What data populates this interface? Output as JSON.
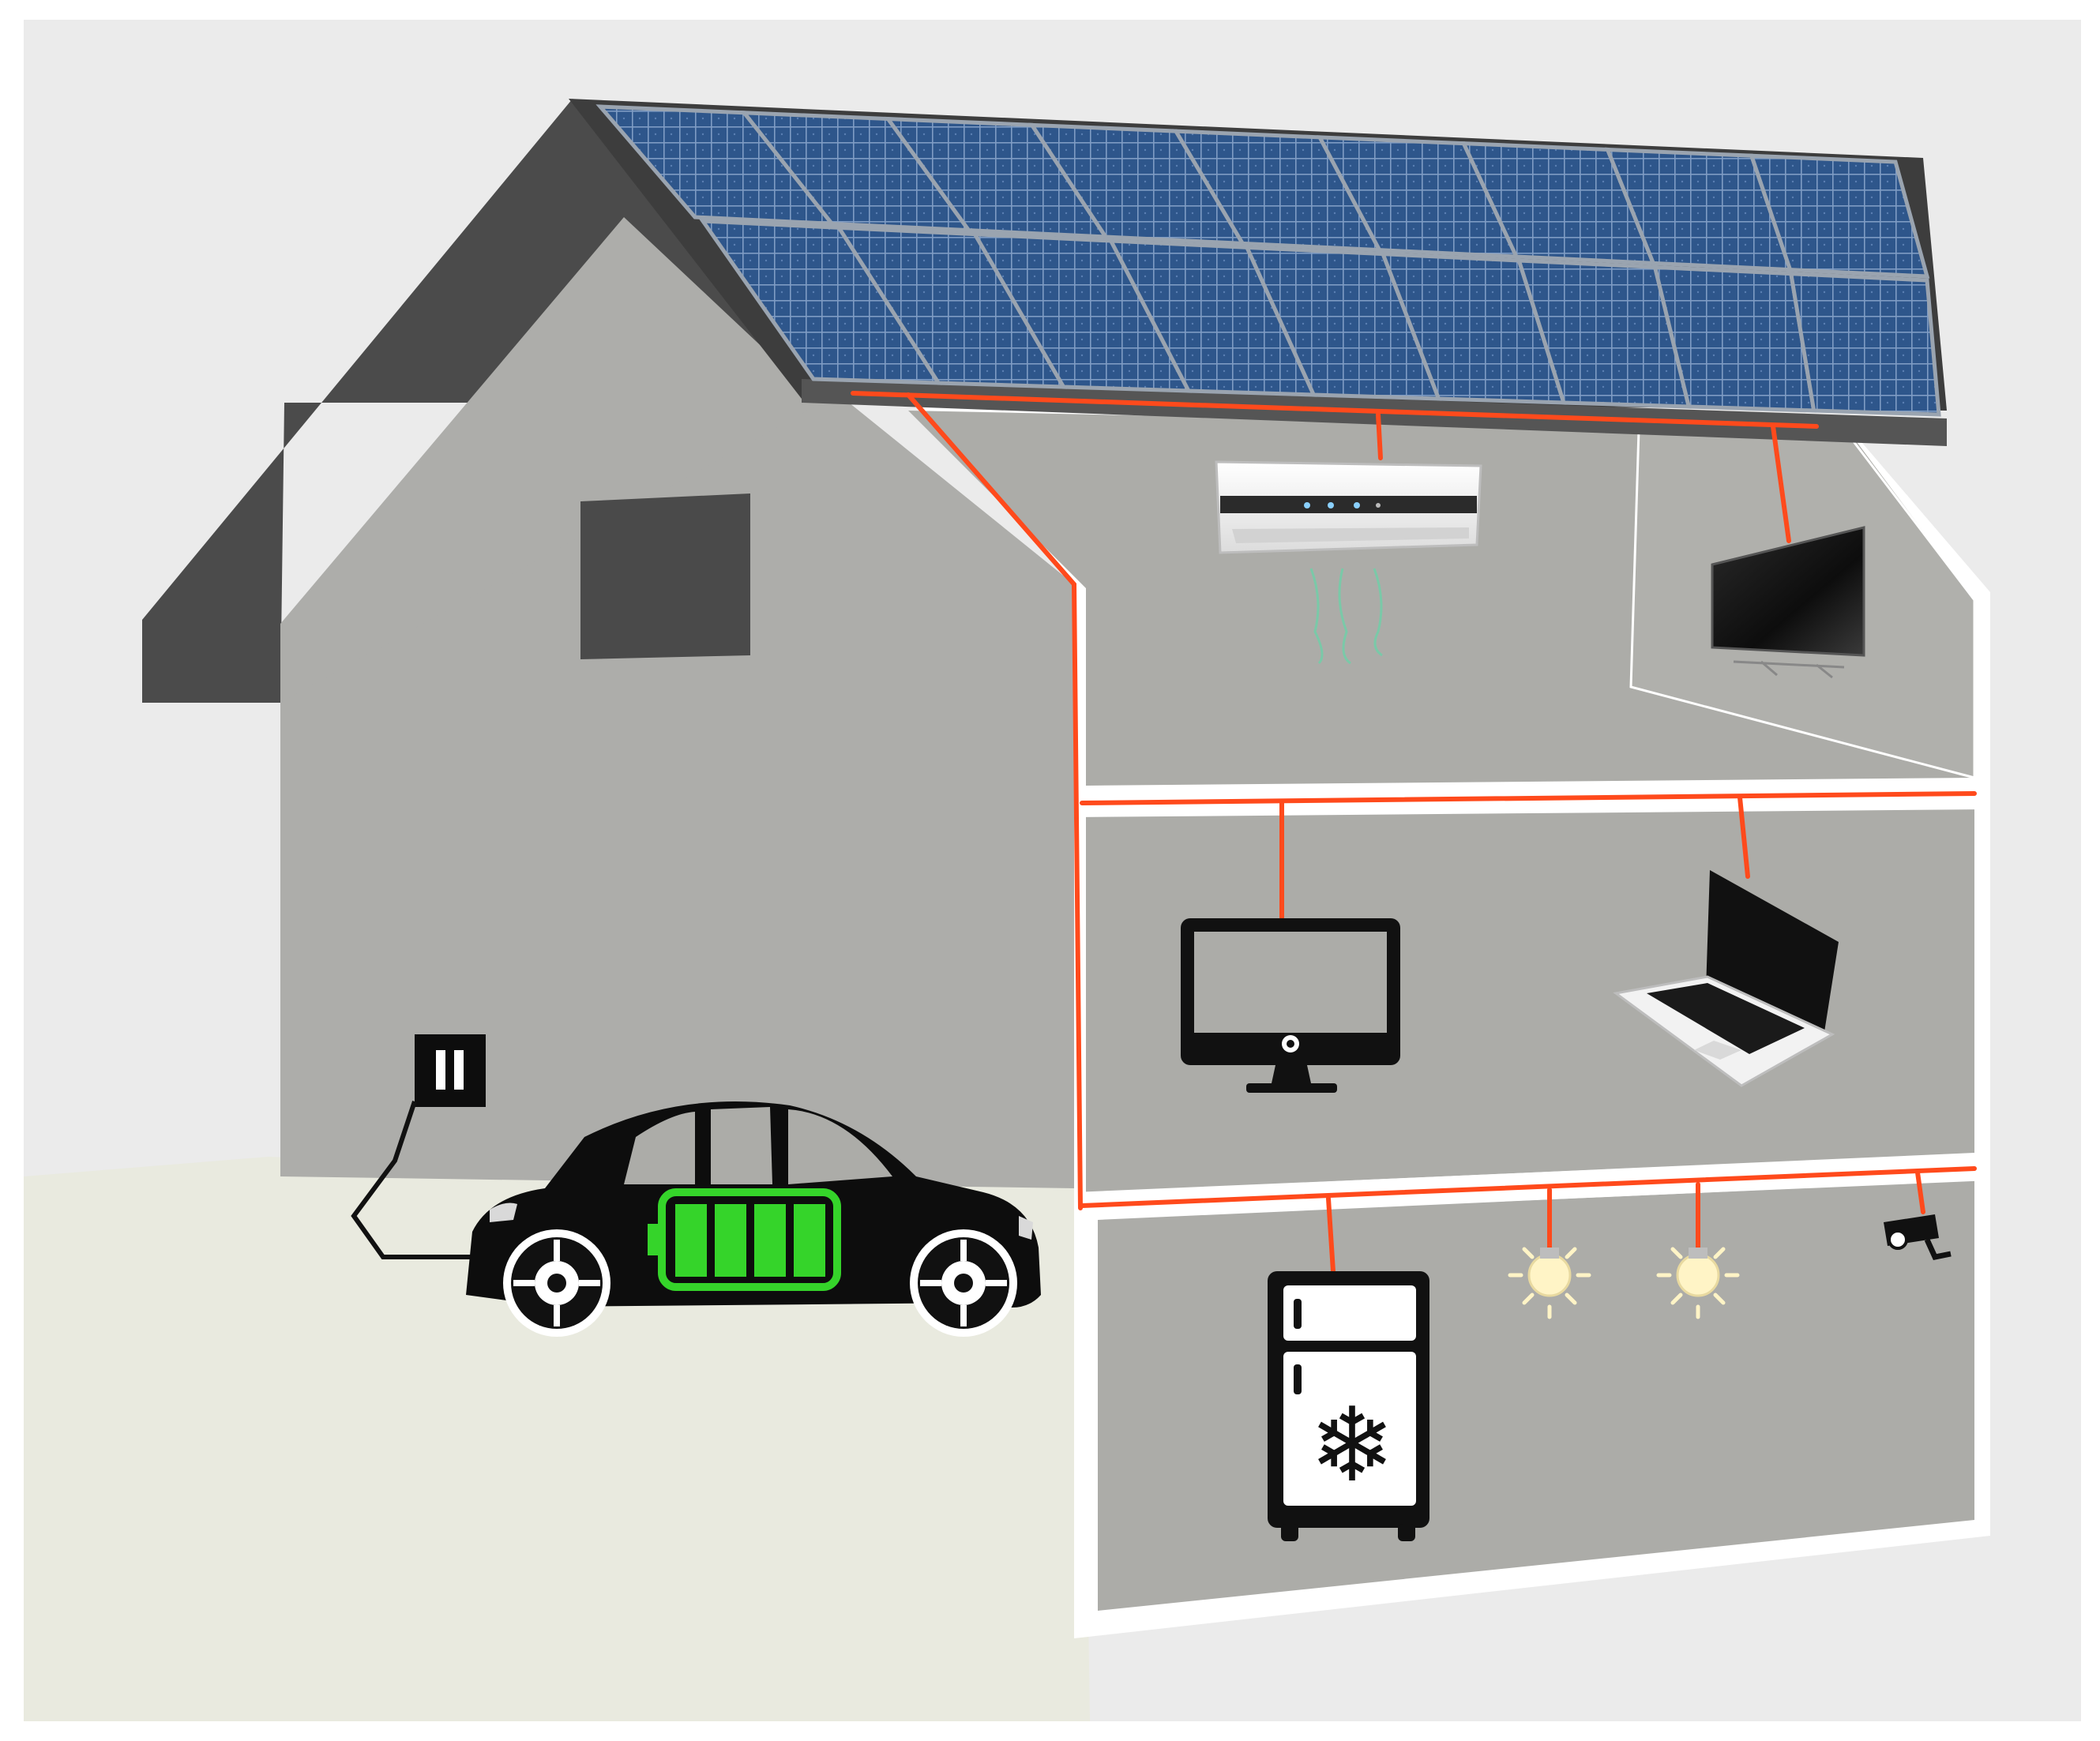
{
  "diagram": {
    "description_visible_text": "",
    "colors": {
      "page_background": "#ffffff",
      "sky_background": "#ebebeb",
      "ground": "#e9eadf",
      "roof": "#4b4b4b",
      "wall": "#adadaa",
      "interior": "#acaca8",
      "window": "#4a4a4a",
      "panel_cell": "#2e568b",
      "panel_frame": "#9aa4b0",
      "wiring": "#ff4a1c",
      "appliance_dark": "#111111",
      "battery_green": "#35d42a",
      "bulb_light": "#fff4c6"
    },
    "roof": {
      "solar_panels_rows": 2,
      "solar_panels_back_row": 9,
      "solar_panels_front_row": 9
    },
    "floors": [
      {
        "level": "top",
        "appliances": [
          "air-conditioner-icon",
          "television-icon"
        ]
      },
      {
        "level": "middle",
        "appliances": [
          "desktop-monitor-icon",
          "laptop-icon"
        ]
      },
      {
        "level": "bottom",
        "appliances": [
          "refrigerator-icon",
          "light-bulb-icon",
          "light-bulb-icon",
          "security-camera-icon"
        ]
      }
    ],
    "outside": {
      "items": [
        "wall-socket-icon",
        "charging-cable",
        "electric-car-icon"
      ],
      "car_battery_segments": 4,
      "car_battery_charged_segments": 4
    }
  }
}
